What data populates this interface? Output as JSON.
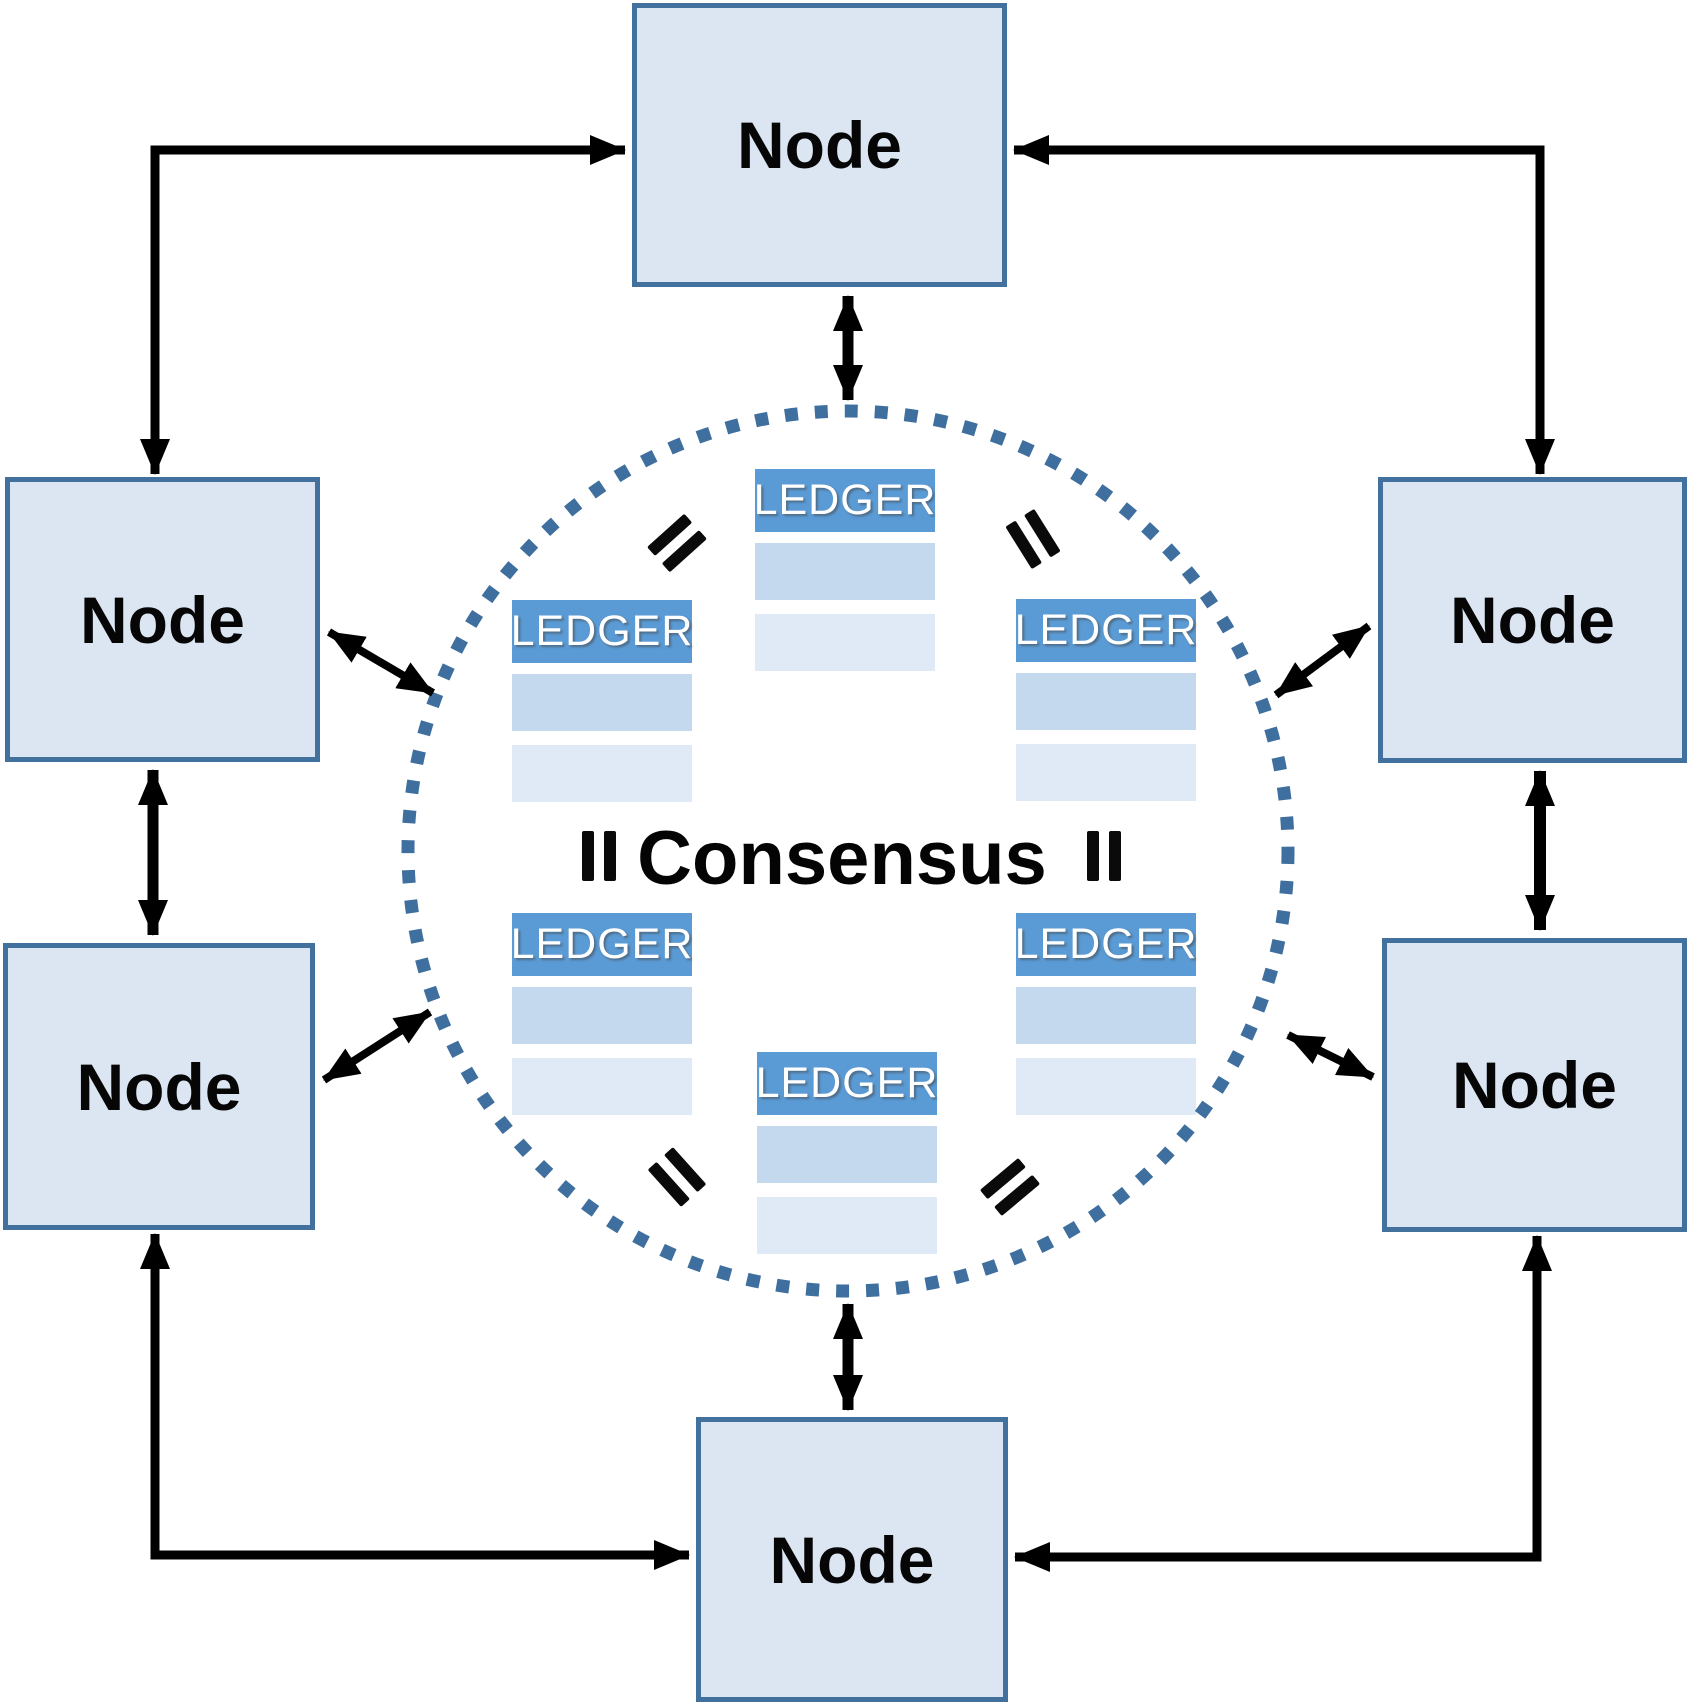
{
  "diagram": {
    "type": "blockchain-consensus-network",
    "center_label": "Consensus",
    "nodes": [
      {
        "position": "top",
        "label": "Node"
      },
      {
        "position": "left-upper",
        "label": "Node"
      },
      {
        "position": "left-lower",
        "label": "Node"
      },
      {
        "position": "right-upper",
        "label": "Node"
      },
      {
        "position": "right-lower",
        "label": "Node"
      },
      {
        "position": "bottom",
        "label": "Node"
      }
    ],
    "ledgers": [
      {
        "position": "top",
        "label": "LEDGER",
        "blank_rows": 2
      },
      {
        "position": "middle-left",
        "label": "LEDGER",
        "blank_rows": 2
      },
      {
        "position": "middle-right",
        "label": "LEDGER",
        "blank_rows": 2
      },
      {
        "position": "bottom-left",
        "label": "LEDGER",
        "blank_rows": 2
      },
      {
        "position": "bottom-right",
        "label": "LEDGER",
        "blank_rows": 2
      },
      {
        "position": "bottom-center",
        "label": "LEDGER",
        "blank_rows": 2
      }
    ],
    "equality_marks": [
      {
        "position": "top-left",
        "symbol": "="
      },
      {
        "position": "top-right",
        "symbol": "="
      },
      {
        "position": "middle-left",
        "symbol": "="
      },
      {
        "position": "middle-right",
        "symbol": "="
      },
      {
        "position": "bottom-left",
        "symbol": "="
      },
      {
        "position": "bottom-right",
        "symbol": "="
      }
    ],
    "colors": {
      "node_fill": "#dce6f2",
      "node_border": "#41719c",
      "ledger_header": "#5b9bd5",
      "ledger_row_dark": "#c5d9ee",
      "ledger_row_light": "#dfeaf6",
      "circle_dot": "#3f6f9e",
      "arrow": "#000000"
    }
  }
}
